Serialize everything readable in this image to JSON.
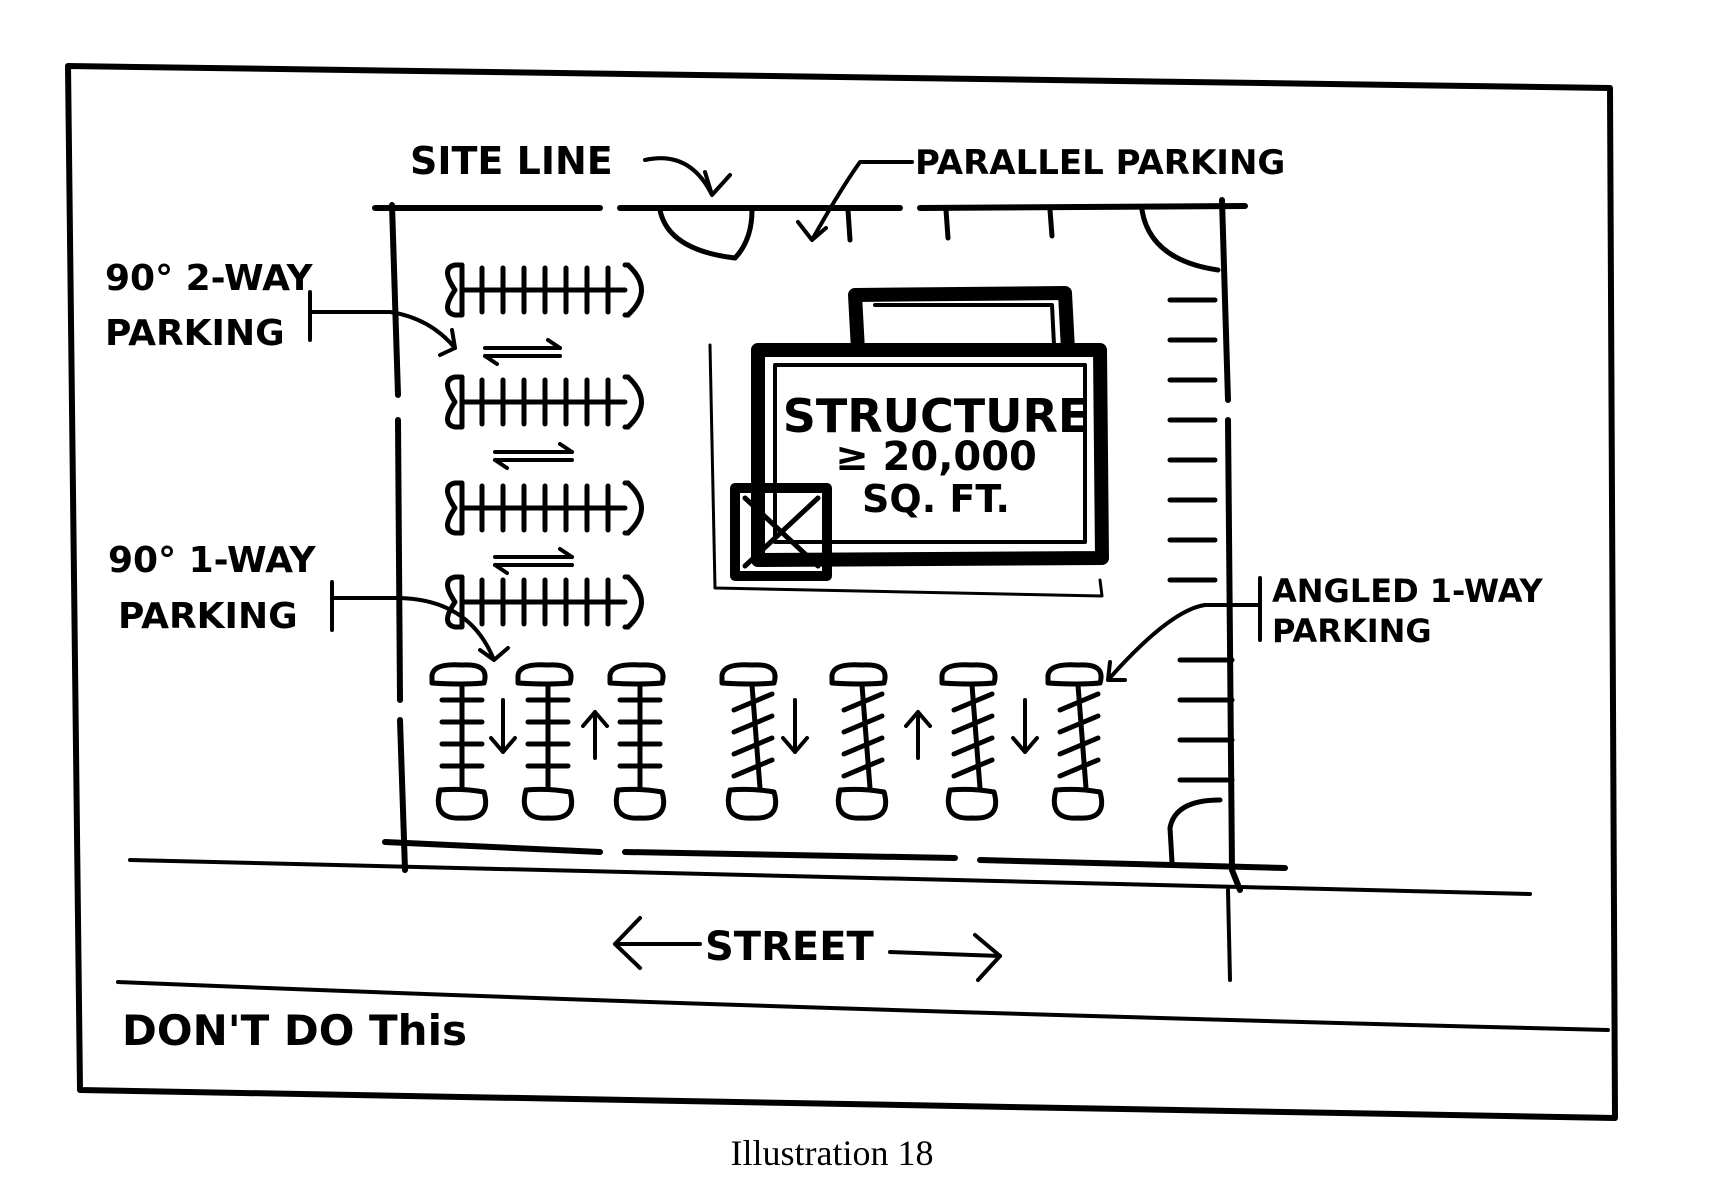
{
  "labels": {
    "site_line": "SITE LINE",
    "parallel_parking": "PARALLEL PARKING",
    "two_way_line1": "90° 2-WAY",
    "two_way_line2": "PARKING",
    "one_way_line1": "90° 1-WAY",
    "one_way_line2": "PARKING",
    "angled_line1": "ANGLED 1-WAY",
    "angled_line2": "PARKING",
    "structure_line1": "STRUCTURE",
    "structure_line2": "≥ 20,000",
    "structure_line3": "SQ. FT.",
    "street": "STREET",
    "dont": "DON'T DO This"
  },
  "caption": "Illustration 18"
}
